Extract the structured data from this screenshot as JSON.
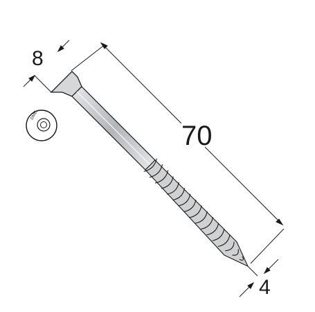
{
  "dimensions": {
    "length": "70",
    "head_diameter": "8",
    "thread_diameter": "4"
  },
  "head_mark": "DME",
  "colors": {
    "line": "#1a1a1a",
    "metal": "#b9bcbf",
    "background": "#ffffff"
  },
  "icons": [
    "screw-icon",
    "screw-head-icon"
  ]
}
